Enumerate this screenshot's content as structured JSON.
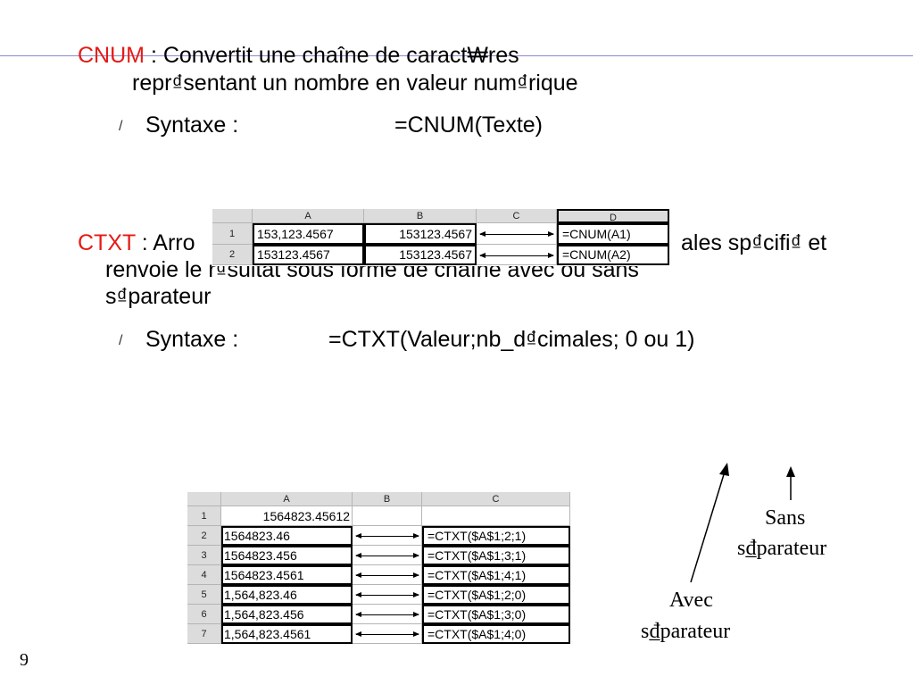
{
  "cnum": {
    "keyword": "CNUM",
    "line1": " : Convertit une chaîne de caract₩res",
    "line2": "repr₫sentant un nombre en valeur num₫rique",
    "syntax_label": "Syntaxe :",
    "syntax_formula": "=CNUM(Texte)"
  },
  "ctxt": {
    "keyword": "CTXT",
    "line1_start": " : Arro",
    "line1_end": "ales sp₫cifi₫ et",
    "line2": "renvoie le r₫sultat sous forme de chaîne avec ou sans",
    "line3": "s₫parateur",
    "syntax_label": "Syntaxe :",
    "syntax_formula": "=CTXT(Valeur;nb_d₫cimales; 0 ou 1)"
  },
  "bullet_symbol": "/",
  "sheet1": {
    "columns": [
      "A",
      "B",
      "C",
      "D"
    ],
    "rows": [
      {
        "num": "1",
        "a": "153,123.4567",
        "b": "153123.4567",
        "d": "=CNUM(A1)"
      },
      {
        "num": "2",
        "a": "153123.4567",
        "b": "153123.4567",
        "d": "=CNUM(A2)"
      }
    ]
  },
  "sheet2": {
    "columns": [
      "A",
      "B",
      "C"
    ],
    "row1": {
      "num": "1",
      "a": "1564823.45612"
    },
    "rows": [
      {
        "num": "2",
        "a": "1564823.46",
        "c": "=CTXT($A$1;2;1)"
      },
      {
        "num": "3",
        "a": "1564823.456",
        "c": "=CTXT($A$1;3;1)"
      },
      {
        "num": "4",
        "a": "1564823.4561",
        "c": "=CTXT($A$1;4;1)"
      },
      {
        "num": "5",
        "a": "1,564,823.46",
        "c": "=CTXT($A$1;2;0)"
      },
      {
        "num": "6",
        "a": "1,564,823.456",
        "c": "=CTXT($A$1;3;0)"
      },
      {
        "num": "7",
        "a": "1,564,823.4561",
        "c": "=CTXT($A$1;4;0)"
      }
    ]
  },
  "annotations": {
    "sans_line1": "Sans",
    "sans_line2": "s₫parateur",
    "avec_line1": "Avec",
    "avec_line2": "s₫parateur"
  },
  "page_number": "9"
}
